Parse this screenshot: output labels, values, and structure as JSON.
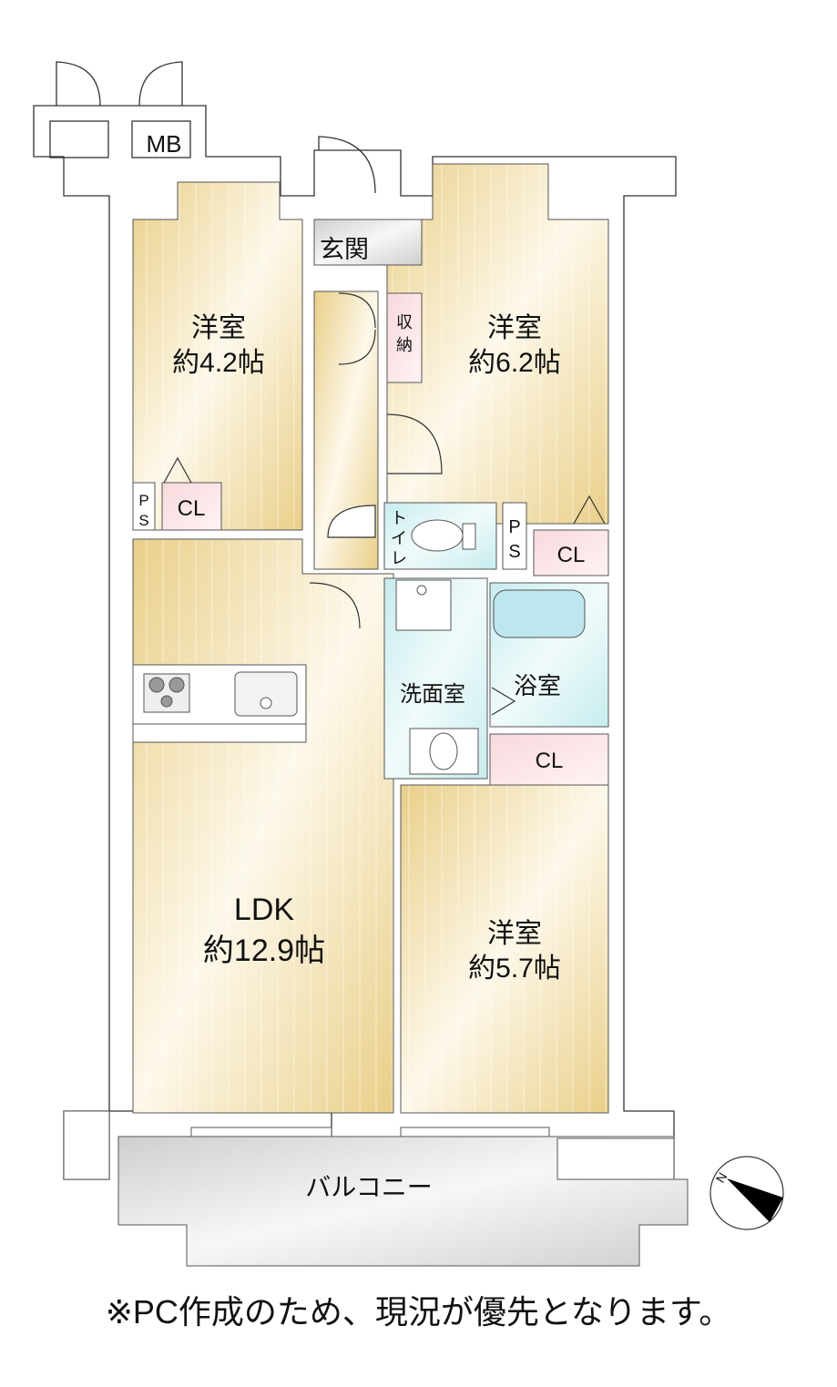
{
  "rooms": {
    "western_a": {
      "name": "洋室",
      "size": "約4.2帖"
    },
    "western_b": {
      "name": "洋室",
      "size": "約6.2帖"
    },
    "western_c": {
      "name": "洋室",
      "size": "約5.7帖"
    },
    "ldk": {
      "name": "LDK",
      "size": "約12.9帖"
    },
    "entrance": "玄関",
    "storage": [
      "収",
      "納"
    ],
    "toilet": [
      "ト",
      "イ",
      "レ"
    ],
    "washroom": "洗面室",
    "bath": "浴室",
    "balcony": "バルコニー",
    "mb": "MB",
    "ps": [
      "P",
      "S"
    ],
    "closet": "CL"
  },
  "compass": {
    "label": "N"
  },
  "caption": "※PC作成のため、現況が優先となります。",
  "colors": {
    "floor": "#ecd9a0",
    "wet": "#d4f1f3",
    "closet": "#fbe4e6",
    "balcony": "#dcdcdc",
    "wall": "#ffffff"
  }
}
